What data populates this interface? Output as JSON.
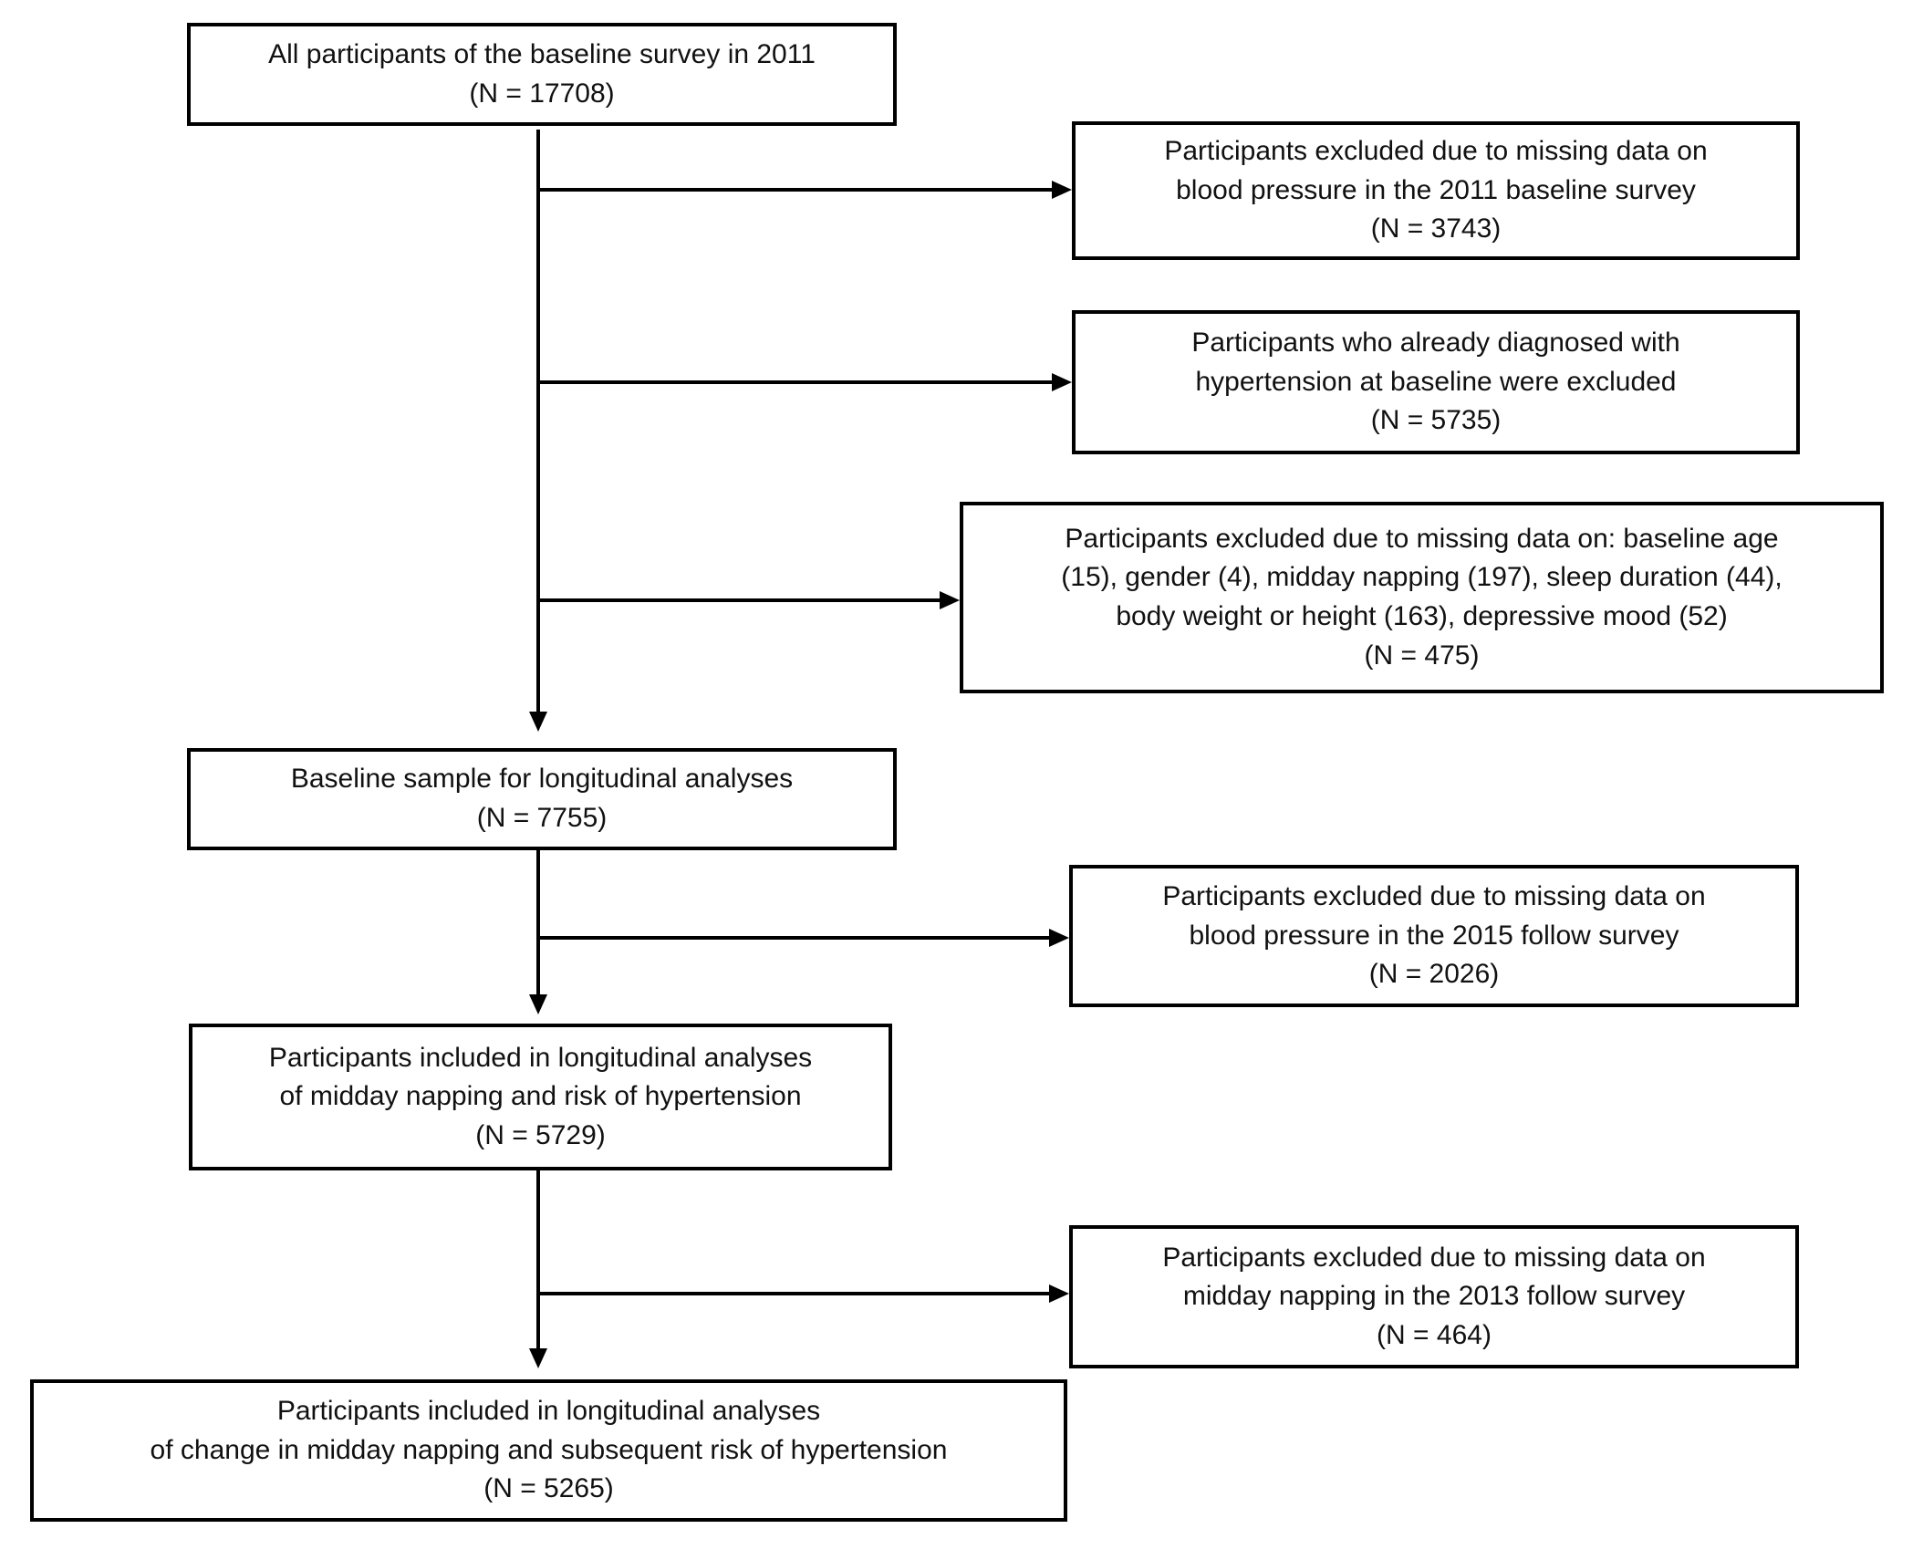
{
  "diagram": {
    "type": "participant-flow-chart",
    "boxes": {
      "all_participants": {
        "lines": [
          "All participants of the baseline survey in 2011",
          "(N = 17708)"
        ]
      },
      "excluded_bp_2011": {
        "lines": [
          "Participants excluded due to missing data on",
          "blood pressure in the 2011 baseline survey",
          "(N = 3743)"
        ]
      },
      "excluded_hypertension_baseline": {
        "lines": [
          "Participants who already diagnosed with",
          "hypertension at baseline were excluded",
          "(N = 5735)"
        ]
      },
      "excluded_missing_covariates": {
        "lines": [
          "Participants excluded due to missing data on: baseline age",
          "(15), gender (4), midday napping (197), sleep duration (44),",
          "body weight or height (163), depressive mood (52)",
          "(N = 475)"
        ]
      },
      "baseline_sample": {
        "lines": [
          "Baseline sample for longitudinal analyses",
          "(N = 7755)"
        ]
      },
      "excluded_bp_2015": {
        "lines": [
          "Participants excluded due to missing data on",
          "blood pressure in the 2015 follow survey",
          "(N = 2026)"
        ]
      },
      "included_napping_risk": {
        "lines": [
          "Participants included in longitudinal analyses",
          "of midday napping and risk of hypertension",
          "(N = 5729)"
        ]
      },
      "excluded_napping_2013": {
        "lines": [
          "Participants excluded due to missing data on",
          "midday napping in the 2013 follow survey",
          "(N = 464)"
        ]
      },
      "included_change_napping": {
        "lines": [
          "Participants included in longitudinal analyses",
          "of change in midday napping and subsequent risk of hypertension",
          "(N = 5265)"
        ]
      }
    },
    "colors": {
      "line": "#000000",
      "text": "#111111",
      "background": "#ffffff"
    }
  }
}
